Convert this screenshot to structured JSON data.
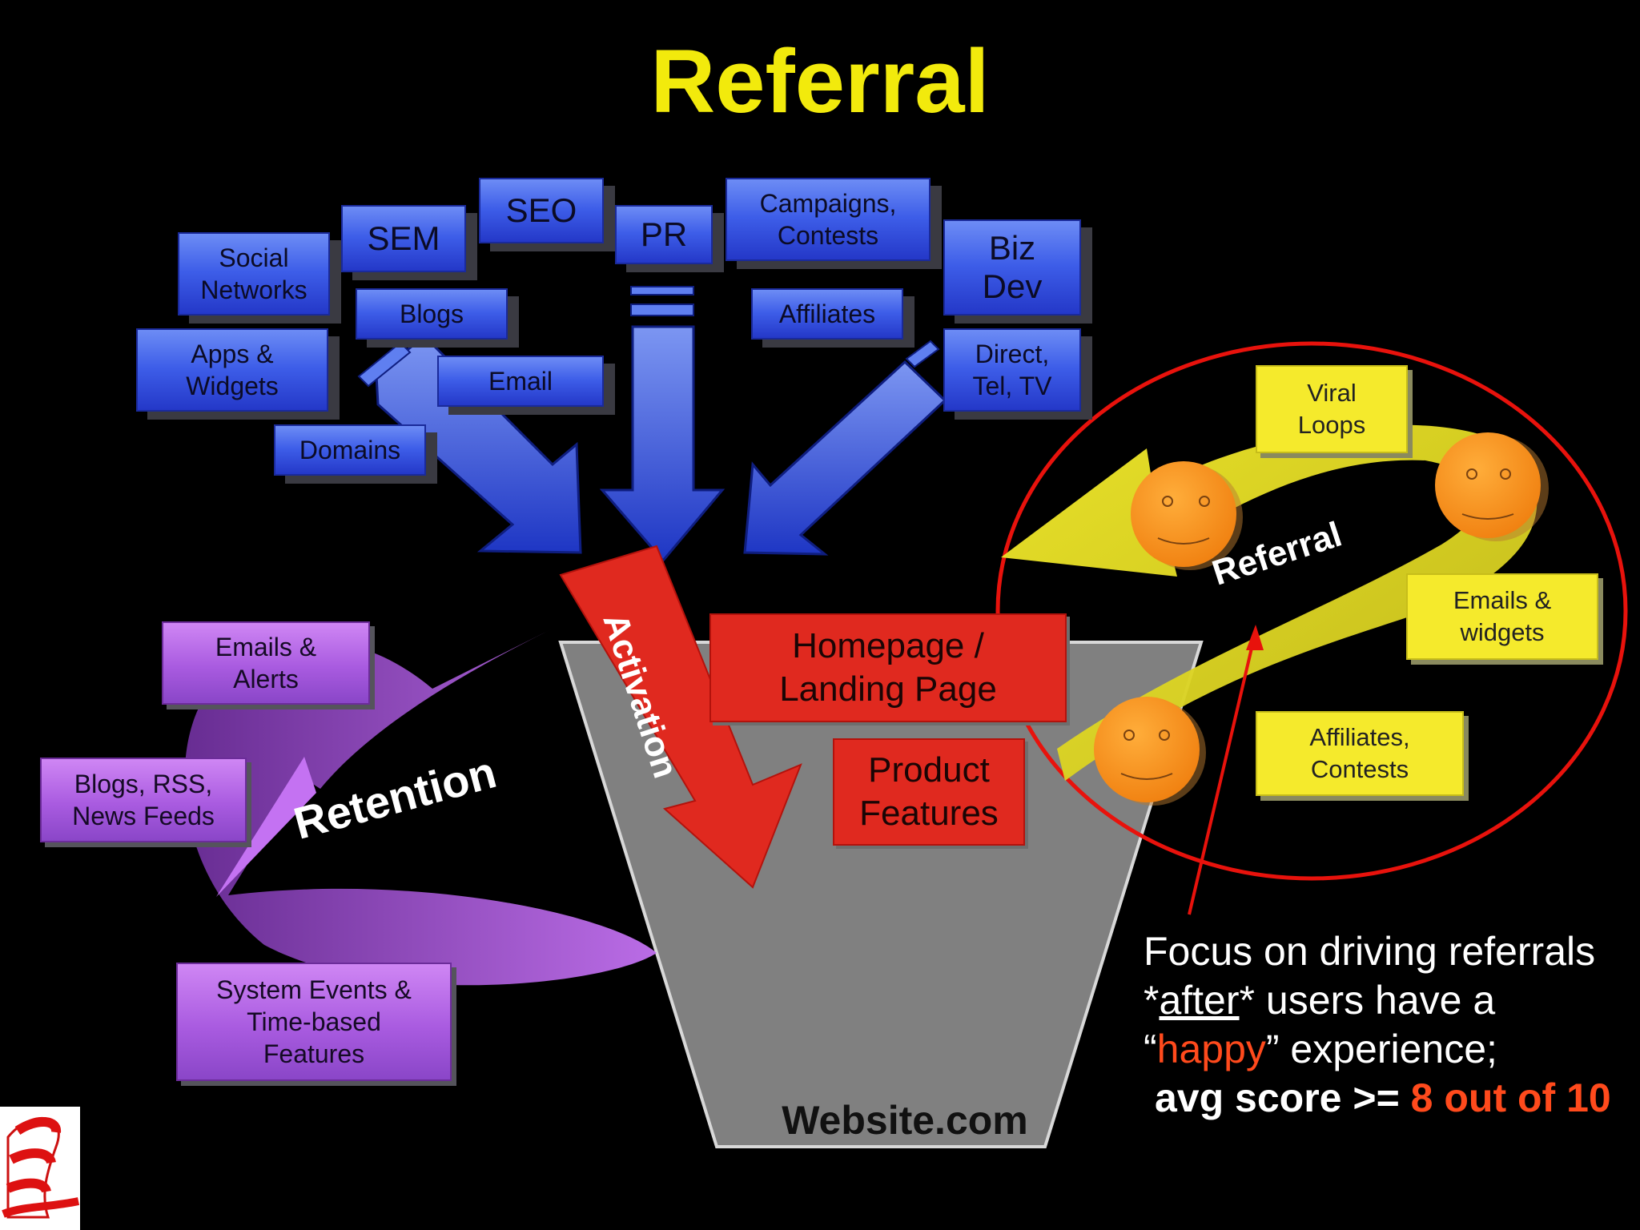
{
  "title": "Referral",
  "acquisition_channels": [
    {
      "key": "social",
      "lines": [
        "Social",
        "Networks"
      ]
    },
    {
      "key": "sem",
      "lines": [
        "SEM"
      ]
    },
    {
      "key": "seo",
      "lines": [
        "SEO"
      ]
    },
    {
      "key": "pr",
      "lines": [
        "PR"
      ]
    },
    {
      "key": "campaigns",
      "lines": [
        "Campaigns,",
        "Contests"
      ]
    },
    {
      "key": "bizdev",
      "lines": [
        "Biz",
        "Dev"
      ]
    },
    {
      "key": "blogs",
      "lines": [
        "Blogs"
      ]
    },
    {
      "key": "affiliates",
      "lines": [
        "Affiliates"
      ]
    },
    {
      "key": "apps",
      "lines": [
        "Apps &",
        "Widgets"
      ]
    },
    {
      "key": "email",
      "lines": [
        "Email"
      ]
    },
    {
      "key": "direct",
      "lines": [
        "Direct,",
        "Tel, TV"
      ]
    },
    {
      "key": "domains",
      "lines": [
        "Domains"
      ]
    }
  ],
  "retention_items": [
    {
      "key": "emails_alerts",
      "lines": [
        "Emails &",
        "Alerts"
      ]
    },
    {
      "key": "blogs_rss",
      "lines": [
        "Blogs, RSS,",
        "News Feeds"
      ]
    },
    {
      "key": "system_events",
      "lines": [
        "System Events &",
        "Time-based",
        "Features"
      ]
    }
  ],
  "retention_label": "Retention",
  "activation_label": "Activation",
  "site_pages": [
    {
      "key": "homepage",
      "lines": [
        "Homepage /",
        "Landing Page"
      ]
    },
    {
      "key": "product",
      "lines": [
        "Product",
        "Features"
      ]
    }
  ],
  "website_label": "Website.com",
  "referral_loop_label": "Referral",
  "referral_items": [
    {
      "key": "viral",
      "lines": [
        "Viral",
        "Loops"
      ]
    },
    {
      "key": "emails_widgets",
      "lines": [
        "Emails &",
        "widgets"
      ]
    },
    {
      "key": "affiliates_contests",
      "lines": [
        "Affiliates,",
        "Contests"
      ]
    }
  ],
  "focus_note": {
    "line1": "Focus on driving referrals",
    "line2_pre": "*",
    "line2_underlined": "after",
    "line2_post": "* users have a",
    "line3_pre": "“",
    "line3_highlight": "happy",
    "line3_post": "” experience;",
    "line4_bold": "avg score >= ",
    "line4_highlight": "8 out of 10"
  },
  "colors": {
    "background": "#000000",
    "title": "#f2ea0c",
    "channel_blue": "#3d5de8",
    "retention_purple": "#a95be0",
    "activation_red": "#e0291f",
    "referral_yellow": "#f5ea2c",
    "highlight": "#ff4a1c",
    "smiley": "#f7931e",
    "circle": "#e8120c"
  },
  "icons": {
    "logo": "cat-in-the-hat-icon",
    "faces": "smiley-face-icon"
  }
}
